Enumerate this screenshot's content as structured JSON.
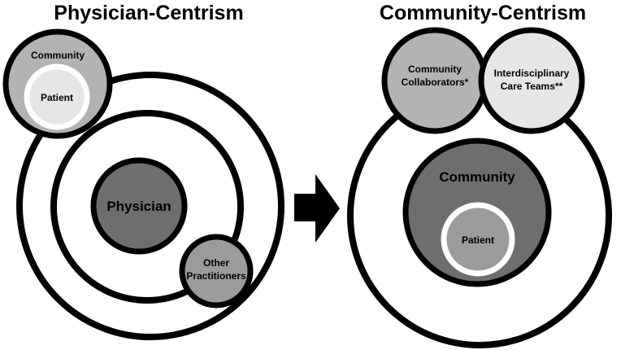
{
  "left_panel": {
    "title": "Physician-Centrism",
    "community_label": "Community",
    "patient_label": "Patient",
    "physician_label": "Physician",
    "other_practitioners_line1": "Other",
    "other_practitioners_line2": "Practitioners"
  },
  "right_panel": {
    "title": "Community-Centrism",
    "community_collaborators_line1": "Community",
    "community_collaborators_line2": "Collaborators*",
    "care_teams_line1": "Interdisciplinary",
    "care_teams_line2": "Care Teams**",
    "community_label": "Community",
    "patient_label": "Patient"
  },
  "colors": {
    "white": "#ffffff",
    "light_gray": "#e6e6e6",
    "mid_gray": "#b3b3b3",
    "dark_gray": "#9b9b9b",
    "darker_gray": "#6e6e6e",
    "outline": "#000000"
  }
}
